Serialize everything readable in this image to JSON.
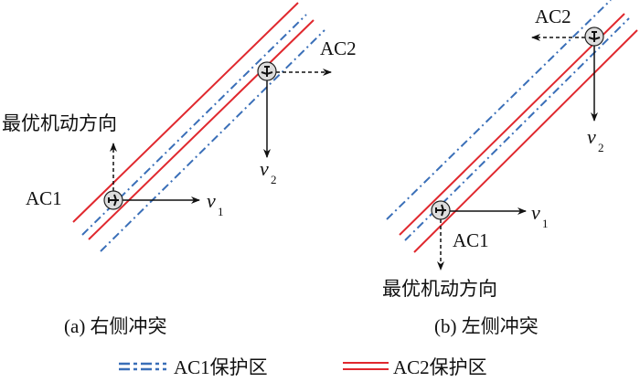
{
  "colors": {
    "ac1_zone": "#3a6fb8",
    "ac2_zone": "#e0282e",
    "arrow": "#111111"
  },
  "panel_a": {
    "caption": "(a) 右侧冲突",
    "maneuver_label": "最优机动方向",
    "ac1": "AC1",
    "ac2": "AC2",
    "v1": "v",
    "v1_sub": "1",
    "v2": "v",
    "v2_sub": "2"
  },
  "panel_b": {
    "caption": "(b) 左侧冲突",
    "maneuver_label": "最优机动方向",
    "ac1": "AC1",
    "ac2": "AC2",
    "v1": "v",
    "v1_sub": "1",
    "v2": "v",
    "v2_sub": "2"
  },
  "legend": {
    "ac1_zone": "AC1保护区",
    "ac2_zone": "AC2保护区"
  },
  "icons": {
    "aircraft": "aircraft-icon"
  }
}
